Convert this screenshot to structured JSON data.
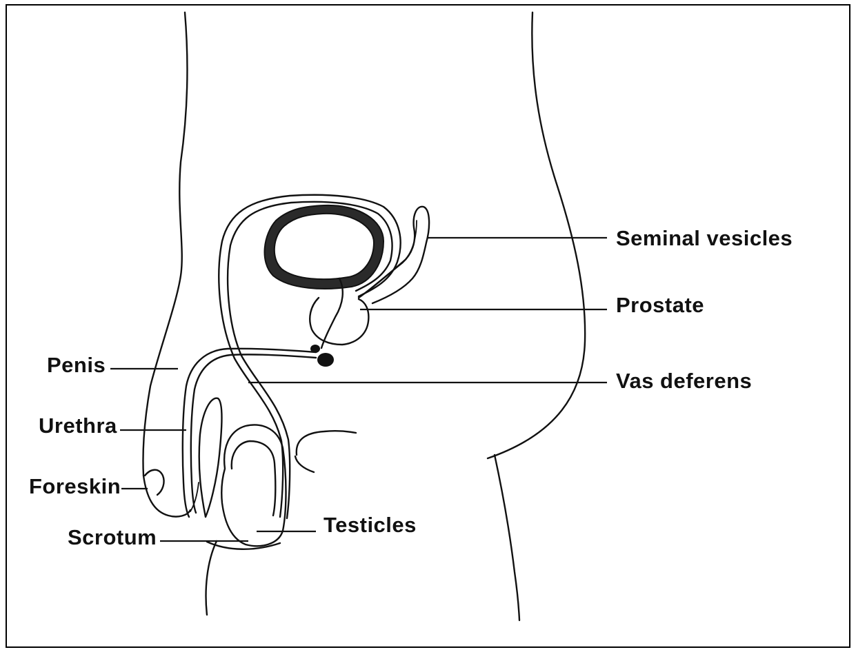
{
  "diagram": {
    "labels": {
      "seminal_vesicles": "Seminal vesicles",
      "prostate": "Prostate",
      "penis": "Penis",
      "vas_deferens": "Vas deferens",
      "urethra": "Urethra",
      "foreskin": "Foreskin",
      "testicles": "Testicles",
      "scrotum": "Scrotum"
    }
  }
}
